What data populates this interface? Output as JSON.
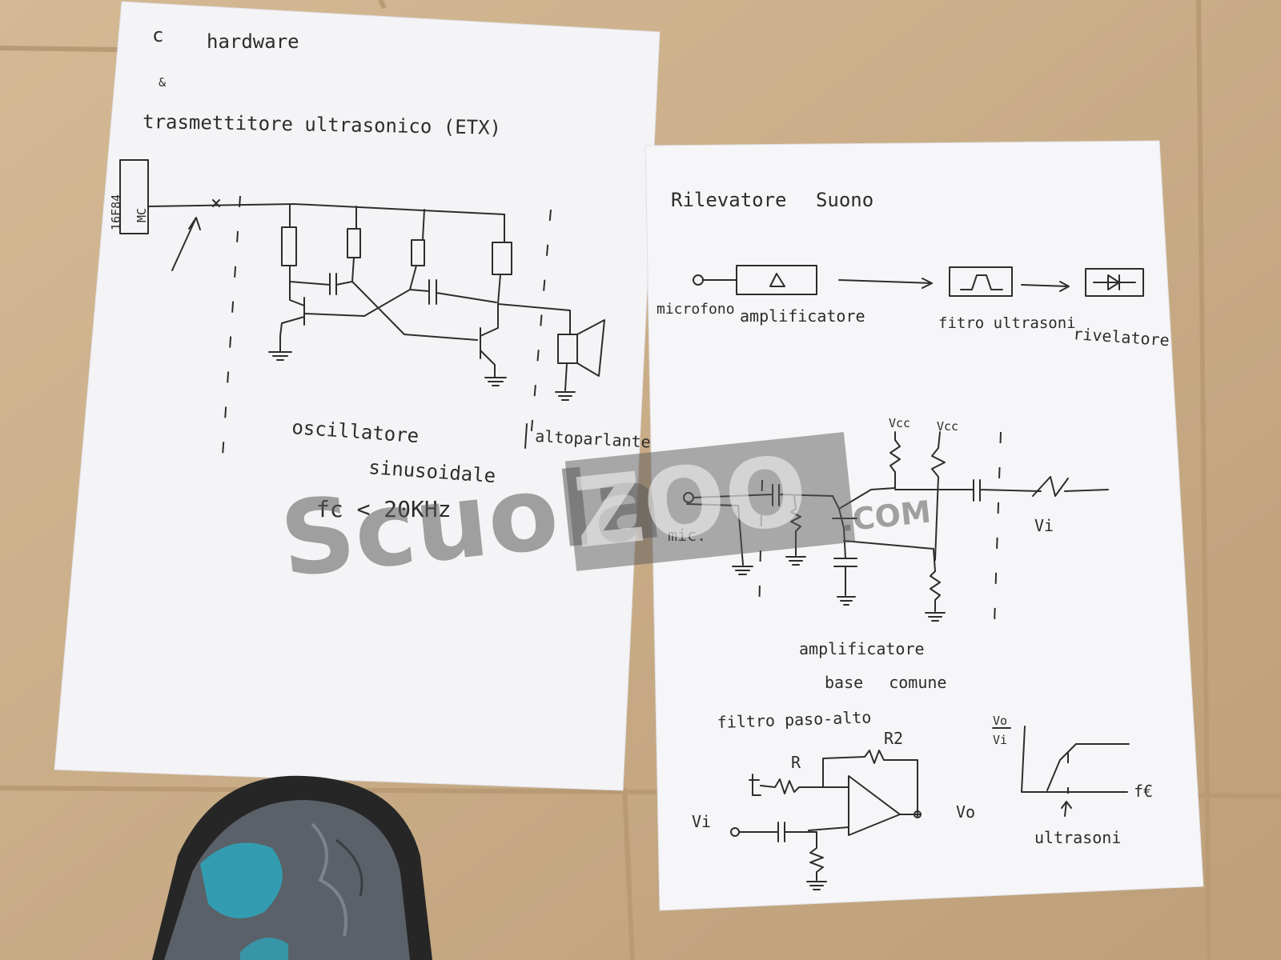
{
  "left_sheet": {
    "title": "hardware",
    "title_prefix": "c",
    "bullet": "&",
    "subtitle": "trasmettitore ultrasonico (ETX)",
    "mcu_label_1": "16F84",
    "mcu_label_2": "MC",
    "oscillator_label_1": "oscillatore",
    "oscillator_label_2": "sinusoidale",
    "frequency_note": "fc < 20KHz",
    "speaker_label": "altoparlante"
  },
  "right_sheet": {
    "title": "Rilevatore Suono",
    "block_diagram": {
      "blocks": [
        "microfono",
        "amplificatore",
        "fitro ultrasoni",
        "rivelatore"
      ]
    },
    "amplifier_circuit": {
      "vcc_1": "Vcc",
      "vcc_2": "Vcc",
      "input_label": "mic.",
      "output_label": "Vi",
      "caption_1": "amplificatore",
      "caption_2": "base comune"
    },
    "filter": {
      "title": "filtro paso-alto",
      "r_label": "R",
      "r2_label": "R2",
      "input_label": "Vi",
      "output_label": "Vo",
      "graph_y_num": "Vo",
      "graph_y_den": "Vi",
      "graph_x": "f€",
      "graph_note": "ultrasoni"
    }
  },
  "watermark": {
    "text_1": "Scuola",
    "text_2": "ZOO",
    "text_3": ".COM"
  }
}
